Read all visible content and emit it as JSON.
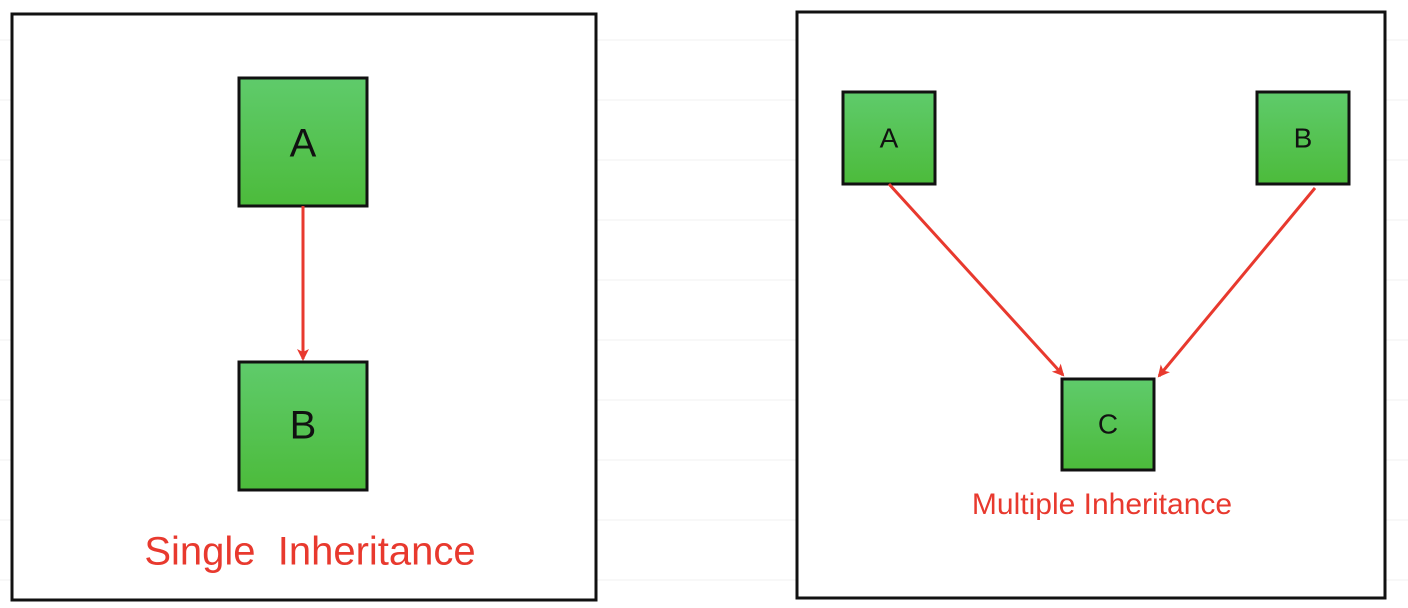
{
  "colors": {
    "node_fill_top": "#5fcb6b",
    "node_fill_bottom": "#4cbb3b",
    "arrow": "#e8392e",
    "caption": "#e8392e",
    "frame": "#111111"
  },
  "single": {
    "caption": "Single  Inheritance",
    "nodes": {
      "a": "A",
      "b": "B"
    }
  },
  "multiple": {
    "caption": "Multiple Inheritance",
    "nodes": {
      "a": "A",
      "b": "B",
      "c": "C"
    }
  }
}
